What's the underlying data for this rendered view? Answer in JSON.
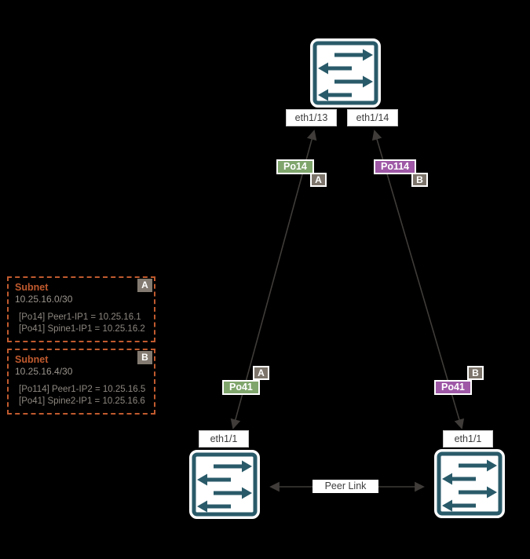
{
  "colors": {
    "background": "#000000",
    "switch_accent": "#295A69",
    "port_channel_green": "#7FA56C",
    "port_channel_purple": "#9E58A6",
    "badge_gray": "#7D756B",
    "connector_line": "#3F3C39",
    "subnet_accent_orange": "#C05A2E"
  },
  "top_switch": {
    "icon": "switch-icon",
    "port_left": "eth1/13",
    "port_right": "eth1/14"
  },
  "bottom_left_switch": {
    "icon": "switch-icon",
    "port": "eth1/1"
  },
  "bottom_right_switch": {
    "icon": "switch-icon",
    "port": "eth1/1"
  },
  "links": {
    "left": {
      "top_port_channel": "Po14",
      "top_badge": "A",
      "bottom_port_channel": "Po41",
      "bottom_badge": "A"
    },
    "right": {
      "top_port_channel": "Po114",
      "top_badge": "B",
      "bottom_port_channel": "Po41",
      "bottom_badge": "B"
    },
    "peer_link": {
      "label": "Peer Link"
    }
  },
  "subnets": [
    {
      "badge": "A",
      "title": "Subnet",
      "cidr": "10.25.16.0/30",
      "entries": [
        "[Po14] Peer1-IP1 = 10.25.16.1",
        "[Po41] Spine1-IP1 = 10.25.16.2"
      ]
    },
    {
      "badge": "B",
      "title": "Subnet",
      "cidr": "10.25.16.4/30",
      "entries": [
        "[Po114] Peer1-IP2 = 10.25.16.5",
        "[Po41] Spine2-IP1 = 10.25.16.6"
      ]
    }
  ]
}
